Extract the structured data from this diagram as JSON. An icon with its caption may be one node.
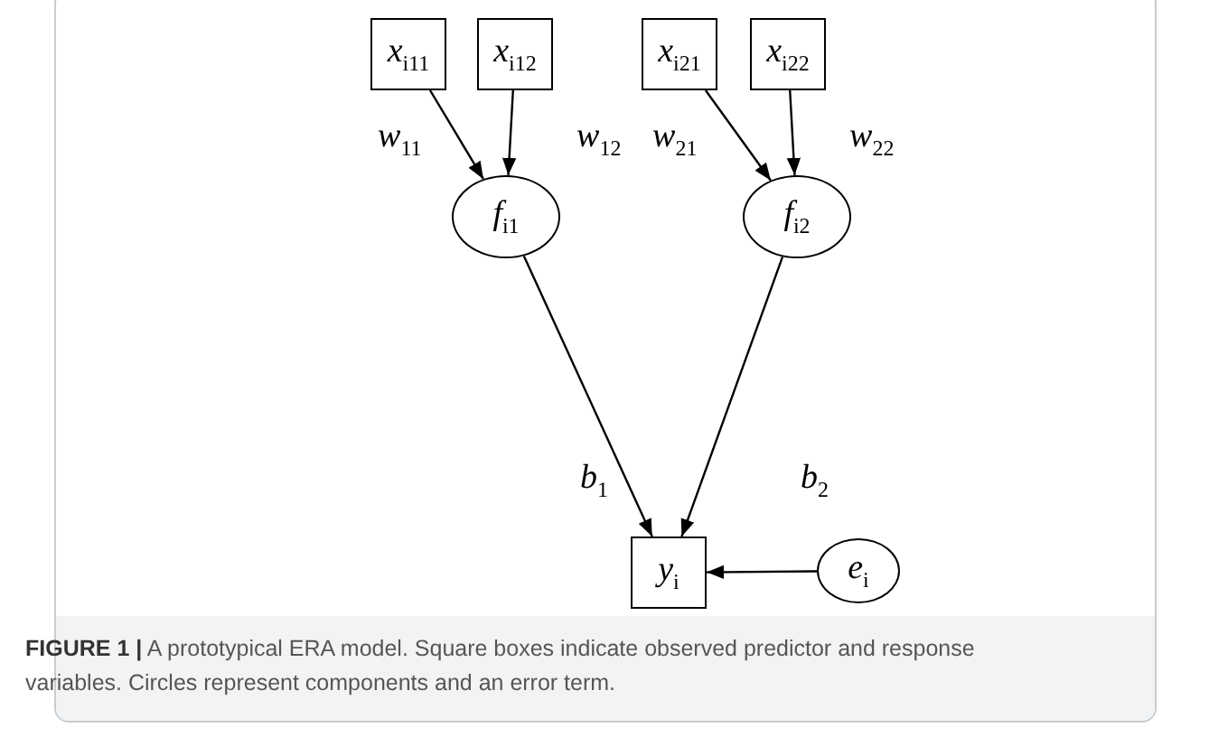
{
  "diagram": {
    "caption": "**FIGURE 1 |** A prototypical ERA model. Square boxes indicate observed predictor and response variables. Circles represent components and an error term.",
    "nodes": [
      {
        "text": [
          "*x*$_{i11}$"
        ]
      },
      {
        "text": [
          "*x*$_{i12}$"
        ]
      },
      {
        "text": [
          "*x*$_{i21}$"
        ]
      },
      {
        "text": [
          "*x*$_{i22}$"
        ]
      },
      {
        "text": [
          "*f*$_{i1}$"
        ]
      },
      {
        "text": [
          "*f*$_{i2}$"
        ]
      },
      {
        "text": [
          "*y*$_{i}$"
        ]
      },
      {
        "text": [
          "*e*$_{i}$"
        ]
      }
    ],
    "edges": [
      {
        "from": 0,
        "to": 4,
        "arrow": "to",
        "label": "*w*$_{11}$"
      },
      {
        "from": 1,
        "to": 4,
        "arrow": "to",
        "label": "*w*$_{12}$"
      },
      {
        "from": 2,
        "to": 5,
        "arrow": "to",
        "label": "*w*$_{21}$"
      },
      {
        "from": 3,
        "to": 5,
        "arrow": "to",
        "label": "*w*$_{22}$"
      },
      {
        "from": 4,
        "to": 6,
        "arrow": "to",
        "label": "*b*$_{1}$"
      },
      {
        "from": 5,
        "to": 6,
        "arrow": "to",
        "label": "*b*$_{2}$"
      },
      {
        "from": 7,
        "to": 6,
        "arrow": "to"
      }
    ]
  }
}
